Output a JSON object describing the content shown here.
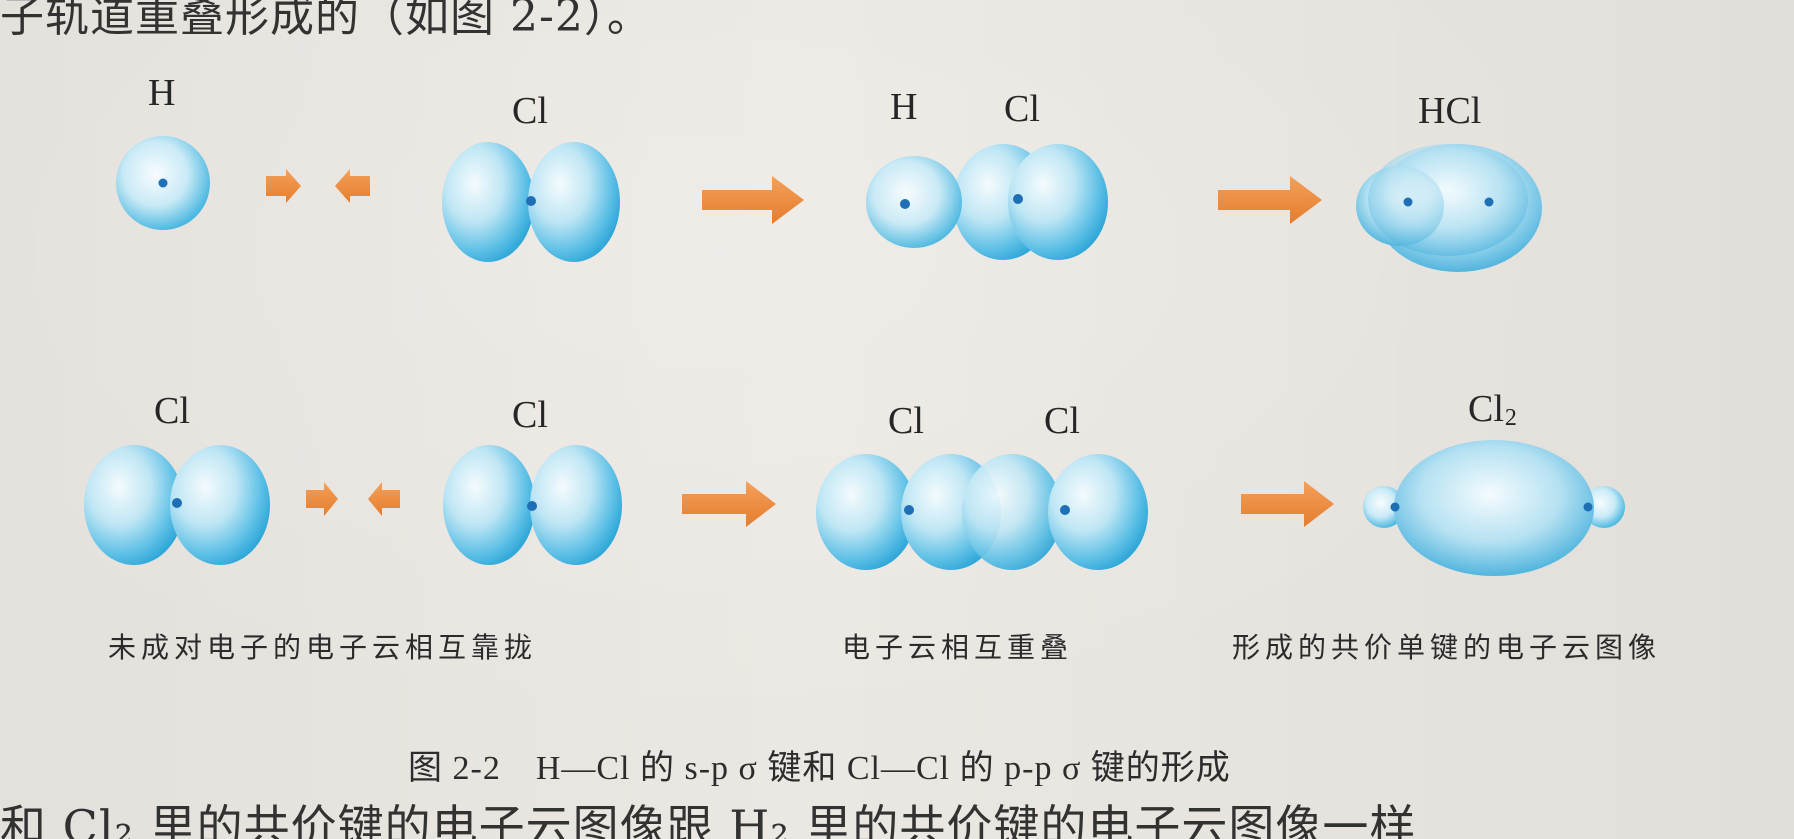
{
  "top_line": "子轨道重叠形成的（如图 2-2）。",
  "labels": {
    "row1": {
      "h": "H",
      "cl": "Cl",
      "h_overlap": "H",
      "cl_overlap": "Cl",
      "product": "HCl"
    },
    "row2": {
      "cl_left": "Cl",
      "cl_right": "Cl",
      "cl_overlap_left": "Cl",
      "cl_overlap_right": "Cl",
      "product_main": "Cl",
      "product_sub": "2"
    }
  },
  "step_captions": {
    "approach": "未成对电子的电子云相互靠拢",
    "overlap": "电子云相互重叠",
    "result": "形成的共价单键的电子云图像"
  },
  "figure_caption": "图 2-2　H—Cl 的 s-p σ 键和 Cl—Cl 的 p-p σ 键的形成",
  "bottom_line": "和 Cl₂ 里的共价键的电子云图像跟 H₂ 里的共价键的电子云图像一样",
  "colors": {
    "paper": "#ebe7e2",
    "cloud_dark": "#2fa7d8",
    "cloud_light": "#f4fbfd",
    "nucleus": "#1f6fb6",
    "arrow": "#ef8a3a"
  }
}
